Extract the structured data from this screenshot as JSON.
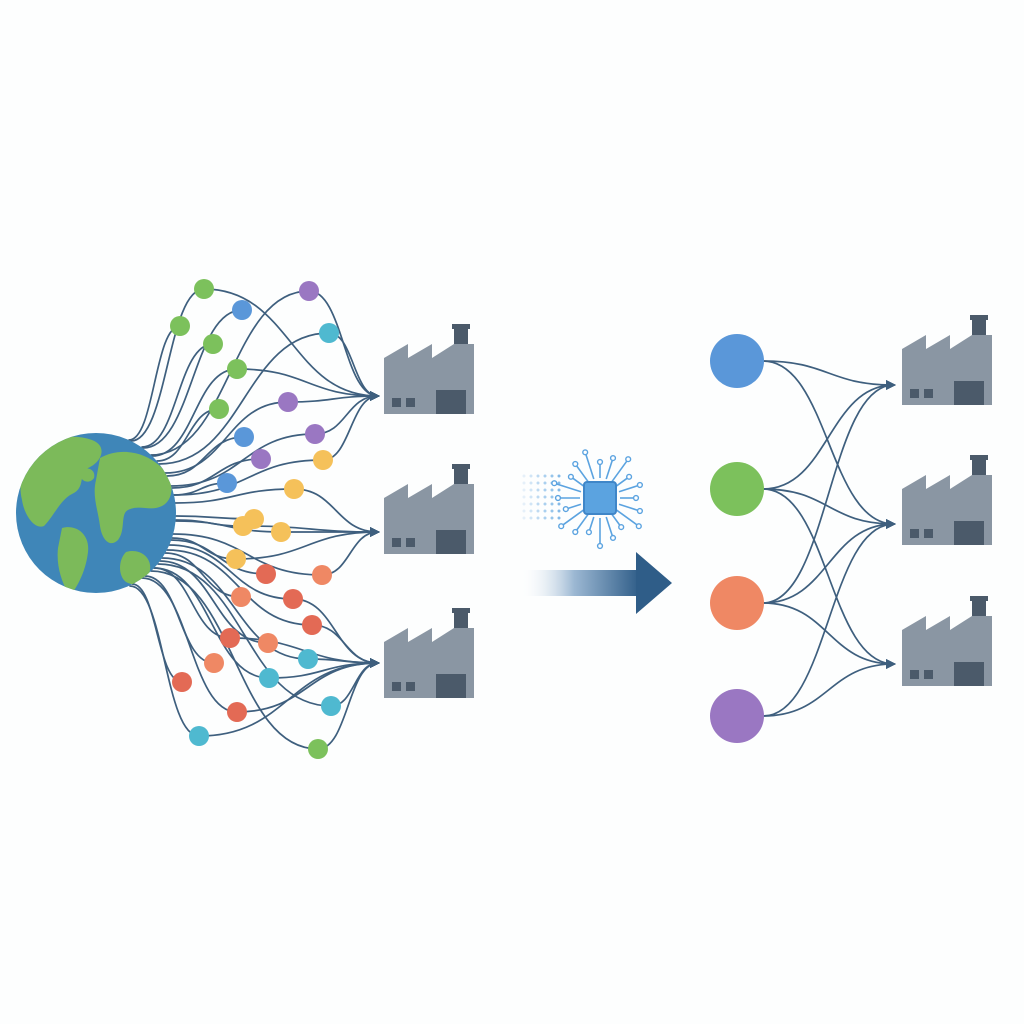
{
  "colors": {
    "background": "#fdfefe",
    "link": "#3e5f7e",
    "factory": "#8a96a3",
    "factory_dark": "#4b5a6a",
    "ocean": "#3f86b8",
    "land": "#7cba5a",
    "chip": "#5ba3e0",
    "arrow_dark": "#2f5d88",
    "green": "#7cc15c",
    "blue": "#5a97d9",
    "purple": "#9a77c2",
    "teal": "#4fb9d0",
    "yellow": "#f5c15a",
    "orange": "#ef8864",
    "red": "#e36a55"
  },
  "diagram": {
    "left": {
      "source": "globe-icon",
      "node_count": 33,
      "targets": [
        "factory-icon",
        "factory-icon",
        "factory-icon"
      ]
    },
    "transition": [
      "microchip-icon",
      "arrow-right-icon"
    ],
    "right": {
      "node_colors": [
        "blue",
        "green",
        "orange",
        "purple"
      ],
      "targets": [
        "factory-icon",
        "factory-icon",
        "factory-icon"
      ]
    }
  }
}
